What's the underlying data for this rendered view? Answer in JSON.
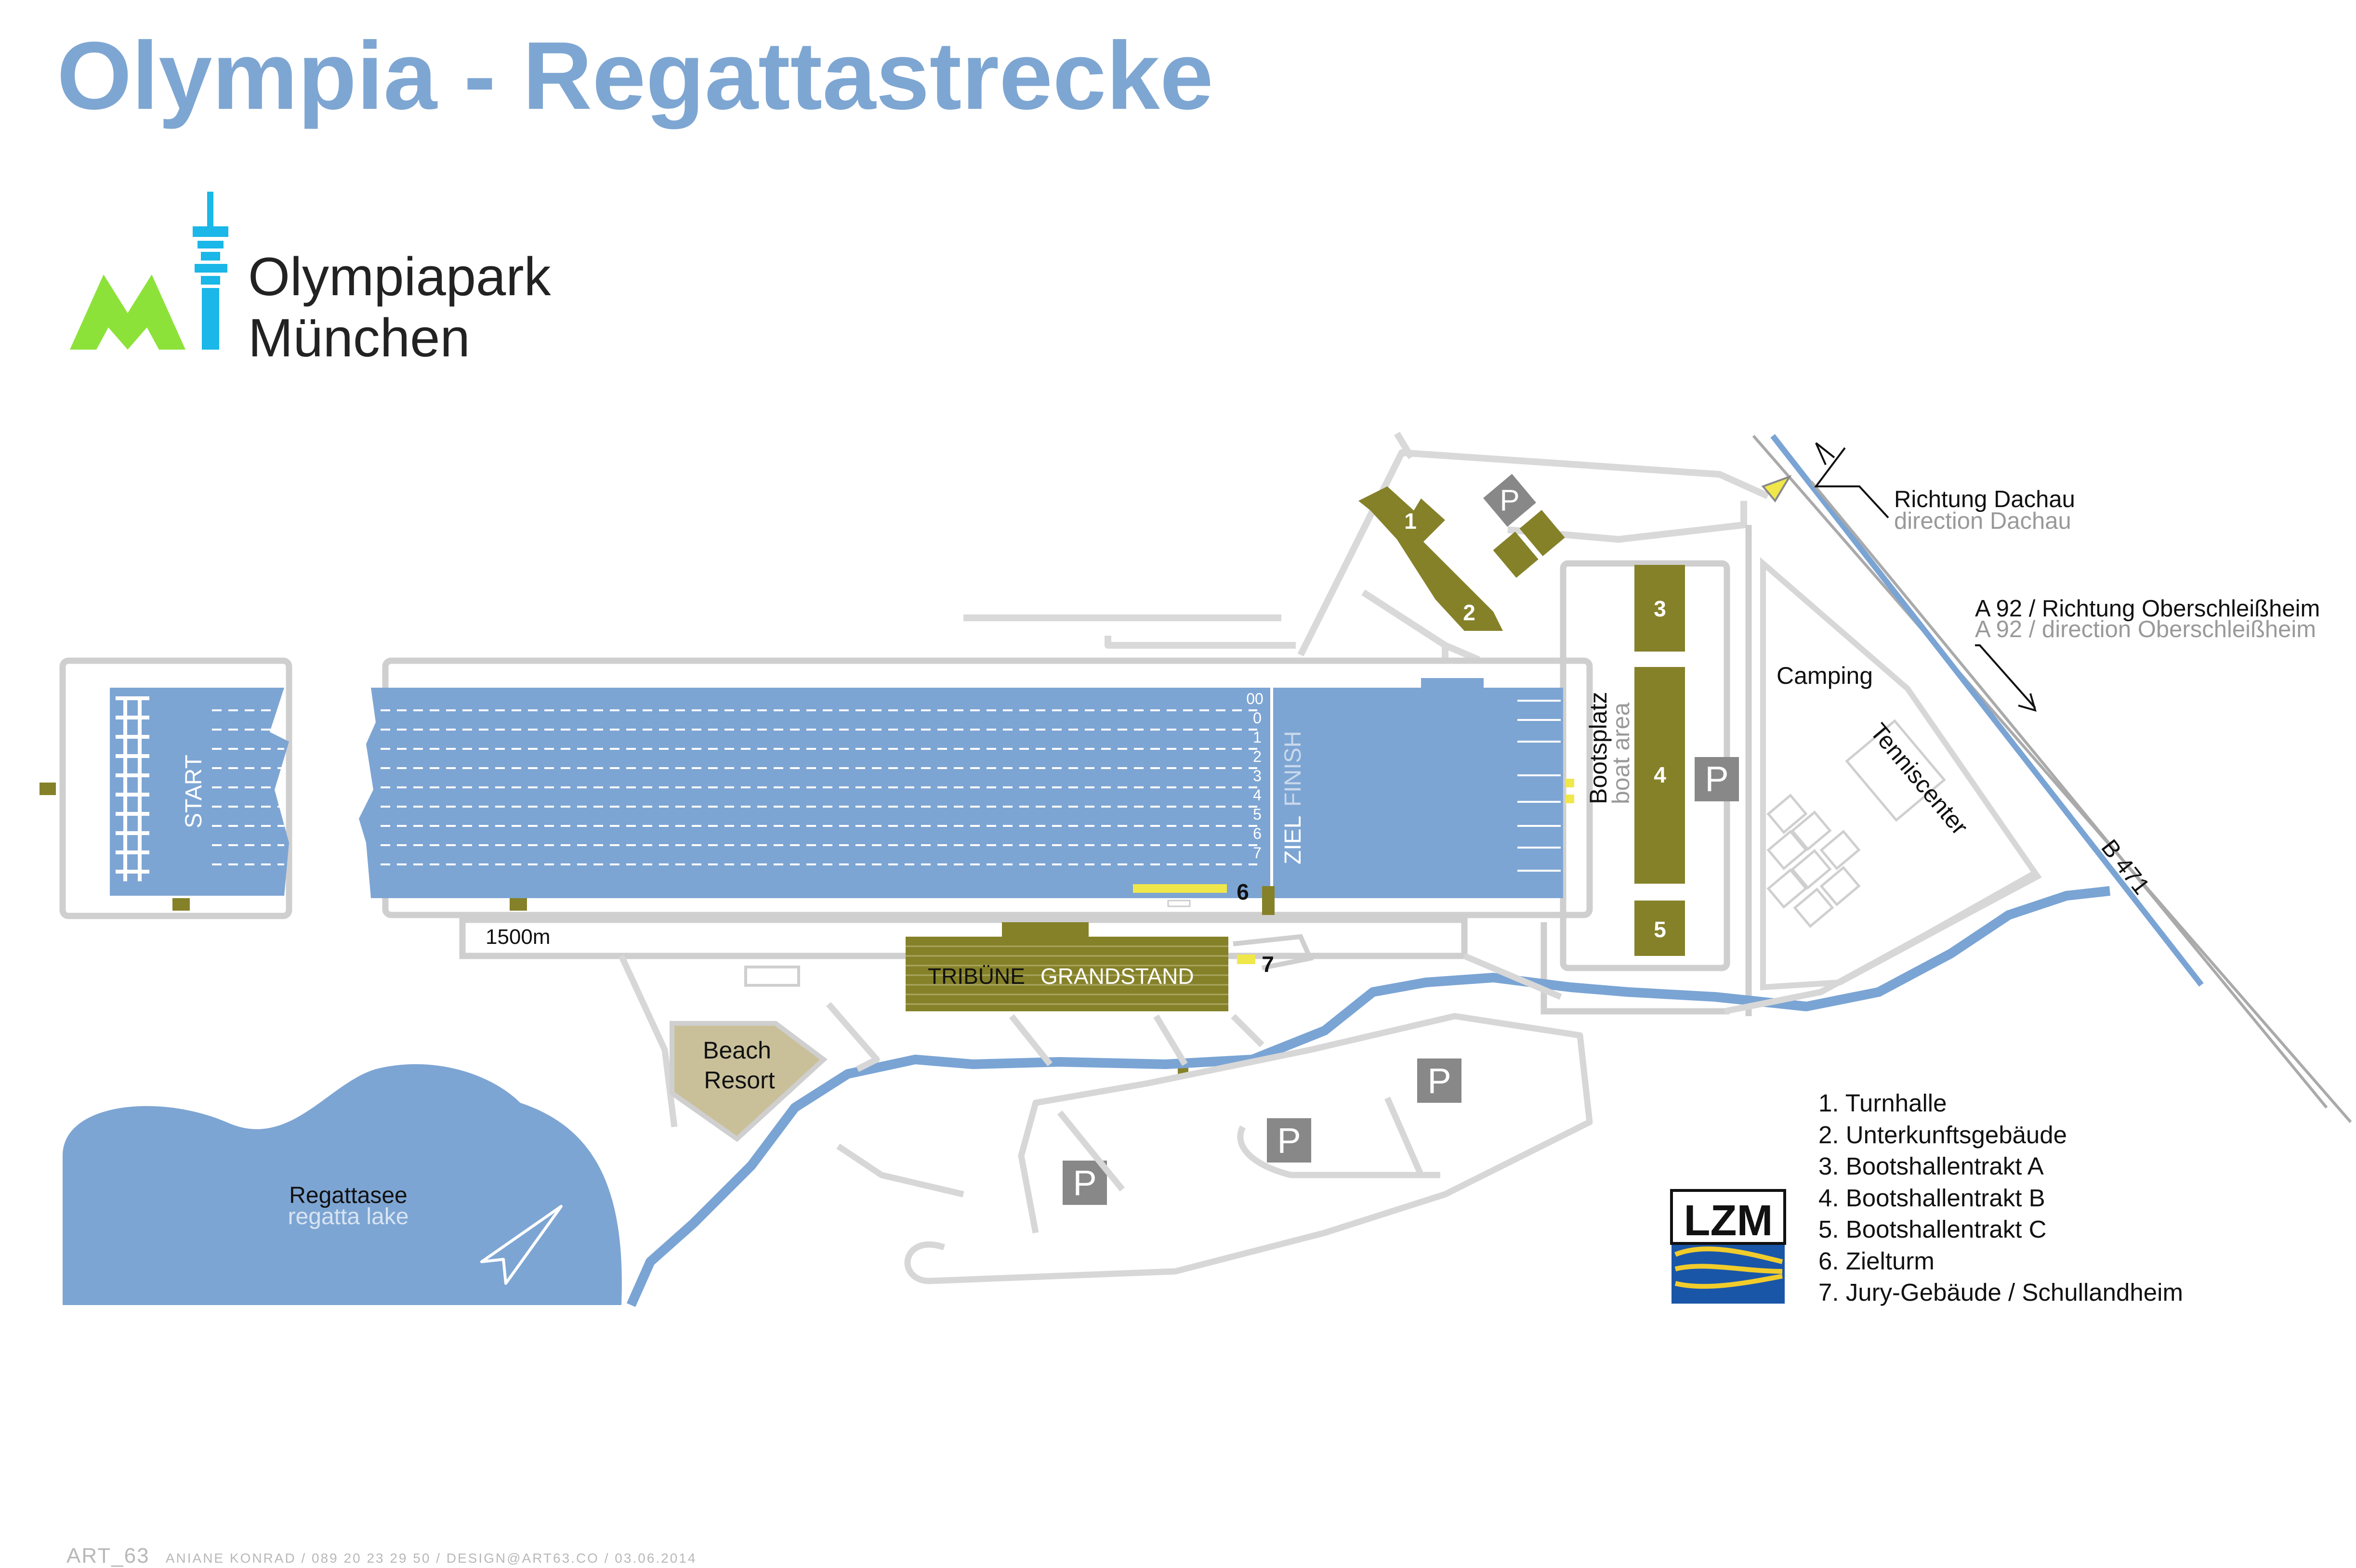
{
  "title": "Olympia - Regattastrecke",
  "brand": {
    "line1": "Olympiapark",
    "line2": "München",
    "lime": "#8de23a",
    "cyan": "#1ab7e8"
  },
  "colors": {
    "water": "#7da5d3",
    "building": "#858129",
    "road": "#dadada",
    "parking": "#888888",
    "river": "#7aa4d4",
    "beach": "#c9c09a"
  },
  "course": {
    "start": "START",
    "ziel": "ZIEL",
    "finish": "FINISH",
    "lanes": [
      "00",
      "0",
      "1",
      "2",
      "3",
      "4",
      "5",
      "6",
      "7"
    ],
    "distance": "1500m"
  },
  "boat_area": {
    "de": "Bootsplatz",
    "en": "boat area"
  },
  "tribune": {
    "de": "TRIBÜNE",
    "en": "GRANDSTAND"
  },
  "beach": {
    "line1": "Beach",
    "line2": "Resort"
  },
  "lake": {
    "de": "Regattasee",
    "en": "regatta lake"
  },
  "camping": "Camping",
  "tennis": "Tenniscenter",
  "roads": {
    "dachau_de": "Richtung Dachau",
    "dachau_en": "direction Dachau",
    "a92_de": "A 92 / Richtung Oberschleißheim",
    "a92_en": "A 92 / direction Oberschleißheim",
    "b471": "B 471"
  },
  "parking_label": "P",
  "markers": {
    "m1": "1",
    "m2": "2",
    "m3": "3",
    "m4": "4",
    "m5": "5",
    "m6": "6",
    "m7": "7"
  },
  "lzm": {
    "text": "LZM",
    "blue": "#1a56a8",
    "yellow": "#f1cc2b"
  },
  "legend": [
    "1. Turnhalle",
    "2. Unterkunftsgebäude",
    "3. Bootshallentrakt A",
    "4. Bootshallentrakt B",
    "5. Bootshallentrakt C",
    "6. Zielturm",
    "7. Jury-Gebäude / Schullandheim"
  ],
  "footer": {
    "brand": "ART_63",
    "text": "ANIANE KONRAD / 089 20 23 29 50 / DESIGN@ART63.CO / 03.06.2014"
  }
}
